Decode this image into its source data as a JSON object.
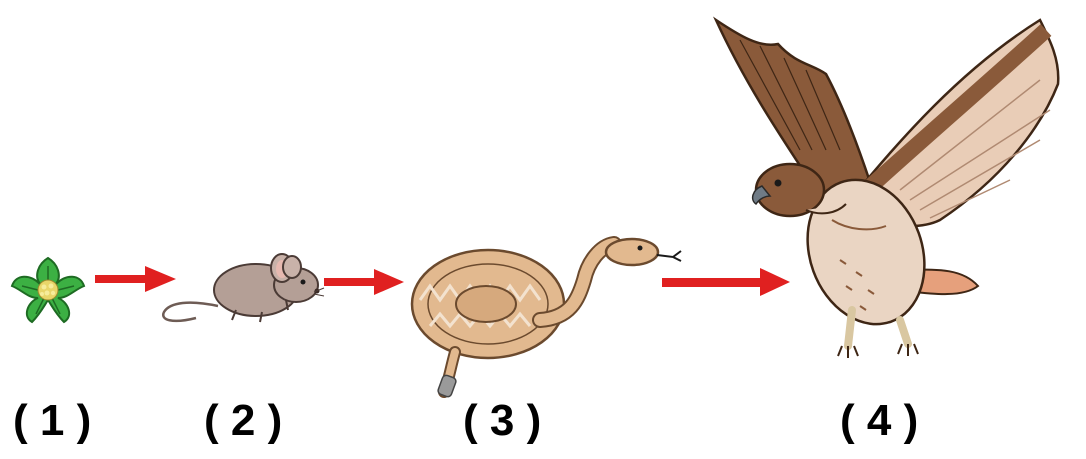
{
  "food_chain": {
    "organisms": [
      {
        "name": "flower-plant",
        "label": "( 1 )"
      },
      {
        "name": "mouse",
        "label": "( 2 )"
      },
      {
        "name": "snake",
        "label": "( 3 )"
      },
      {
        "name": "hawk",
        "label": "( 4 )"
      }
    ],
    "arrow_color": "#e02020",
    "arrow_count": 3
  },
  "colors": {
    "leaf": "#3cb043",
    "leaf_outline": "#1e6b23",
    "flower_center": "#e8d66a",
    "mouse_body": "#b49f96",
    "snake_body": "#e2b98f",
    "snake_pattern": "#f3e2cf",
    "hawk_brown": "#8a5a3a",
    "hawk_light": "#e9cdb7",
    "hawk_tail": "#e6a07c"
  }
}
